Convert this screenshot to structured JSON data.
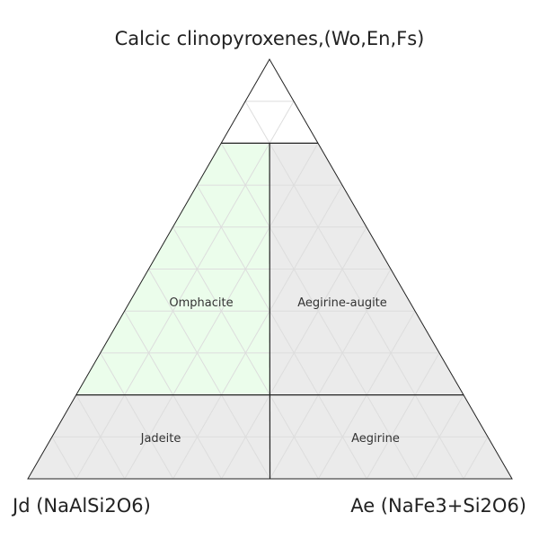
{
  "axes": {
    "top": "Calcic clinopyroxenes,(Wo,En,Fs)",
    "left": "Jd (NaAlSi2O6)",
    "right": "Ae (NaFe3+Si2O6)"
  },
  "grid": {
    "divisions": 10,
    "color": "#dddddd"
  },
  "regions": [
    {
      "name": "Omphacite",
      "label": "Omphacite",
      "fill": "#ebfdeb",
      "q_range": [
        20,
        80
      ],
      "side": "left"
    },
    {
      "name": "Aegirine-augite",
      "label": "Aegirine-augite",
      "fill": "#ebebeb",
      "q_range": [
        20,
        80
      ],
      "side": "right"
    },
    {
      "name": "Jadeite",
      "label": "Jadeite",
      "fill": "#ebebeb",
      "q_range": [
        0,
        20
      ],
      "side": "left"
    },
    {
      "name": "Aegirine",
      "label": "Aegirine",
      "fill": "#ebebeb",
      "q_range": [
        0,
        20
      ],
      "side": "right"
    }
  ]
}
